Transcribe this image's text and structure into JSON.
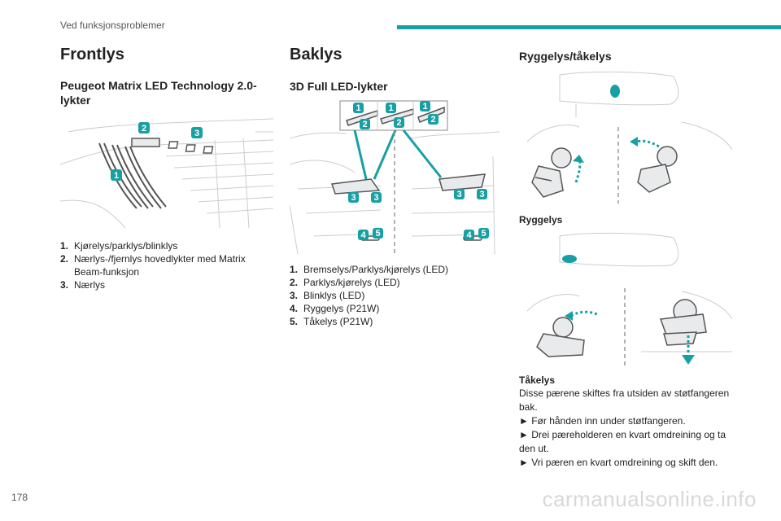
{
  "header": {
    "section": "Ved funksjonsproblemer"
  },
  "colors": {
    "accent": "#17a0a4"
  },
  "col1": {
    "title": "Frontlys",
    "subtitle": "Peugeot Matrix LED Technology 2.0-lykter",
    "legend": [
      {
        "num": "1.",
        "text": "Kjørelys/parklys/blinklys"
      },
      {
        "num": "2.",
        "text": "Nærlys-/fjernlys hovedlykter med Matrix Beam-funksjon"
      },
      {
        "num": "3.",
        "text": "Nærlys"
      }
    ]
  },
  "col2": {
    "title": "Baklys",
    "subtitle": "3D Full LED-lykter",
    "legend": [
      {
        "num": "1.",
        "text": "Bremselys/Parklys/kjørelys (LED)"
      },
      {
        "num": "2.",
        "text": "Parklys/kjørelys (LED)"
      },
      {
        "num": "3.",
        "text": "Blinklys (LED)"
      },
      {
        "num": "4.",
        "text": "Ryggelys (P21W)"
      },
      {
        "num": "5.",
        "text": "Tåkelys (P21W)"
      }
    ]
  },
  "col3": {
    "title": "Ryggelys/tåkelys",
    "caption1": "Ryggelys",
    "caption2": "Tåkelys",
    "paragraphs": [
      "Disse pærene skiftes fra utsiden av støtfangeren bak.",
      "► Før hånden inn under støtfangeren.",
      "► Drei pæreholderen en kvart omdreining og ta den ut.",
      "► Vri pæren en kvart omdreining og skift den."
    ]
  },
  "badges": {
    "b1": "1",
    "b2": "2",
    "b3": "3",
    "b4": "4",
    "b5": "5"
  },
  "footer": {
    "page": "178",
    "watermark": "carmanualsonline.info"
  }
}
